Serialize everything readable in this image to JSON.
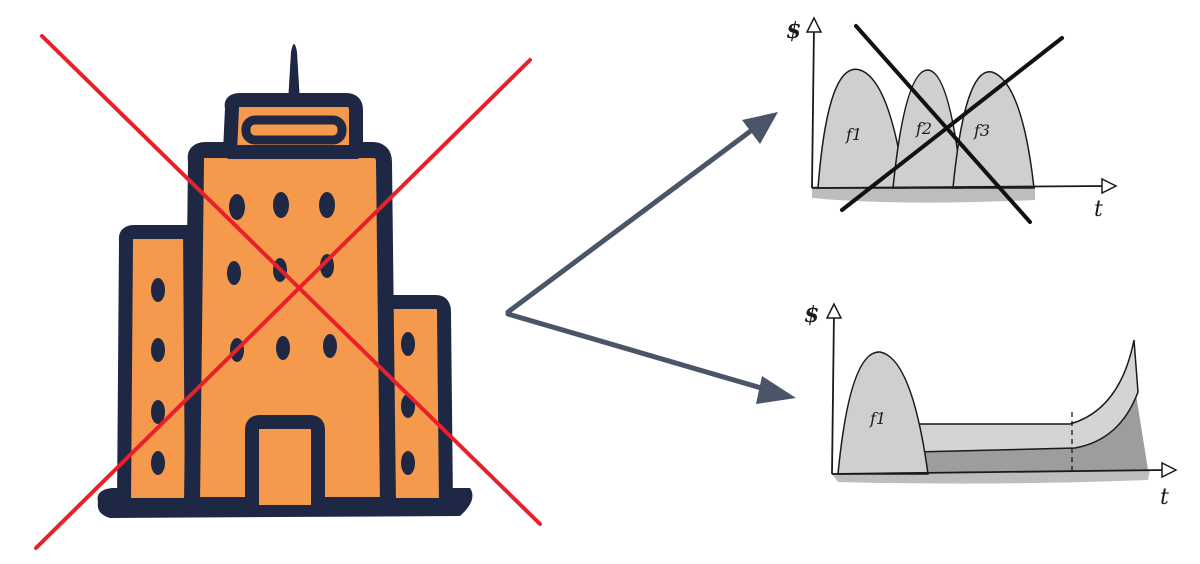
{
  "colors": {
    "building_fill": "#f59a4d",
    "building_outline": "#1e2845",
    "cross_red": "#e8202a",
    "arrow": "#4a5568",
    "hump": "#cfcfcf",
    "hump_shadow": "#9d9d9d",
    "ink": "#1a1a1a"
  },
  "icons": {
    "building": "office-building-icon",
    "cross": "red-x-cross-icon"
  },
  "top_chart": {
    "y_axis_label": "$",
    "x_axis_label": "t",
    "humps": [
      "f1",
      "f2",
      "f3"
    ],
    "crossed_out": true
  },
  "bottom_chart": {
    "y_axis_label": "$",
    "x_axis_label": "t",
    "humps": [
      "f1"
    ]
  }
}
